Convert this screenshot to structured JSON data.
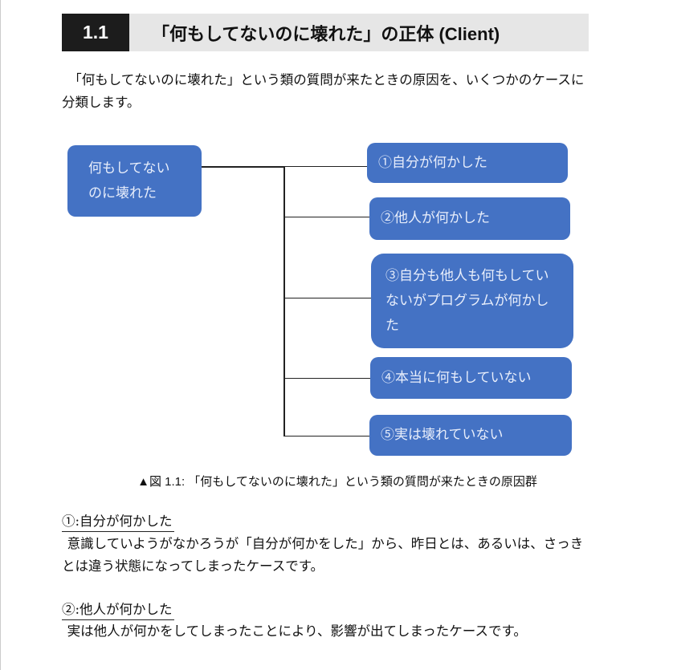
{
  "heading": {
    "number": "1.1",
    "title": "「何もしてないのに壊れた」の正体 (Client)"
  },
  "intro": "「何もしてないのに壊れた」という類の質問が来たときの原因を、いくつかのケースに分類します。",
  "diagram": {
    "root": "何もしてないのに壊れた",
    "branches": [
      "①自分が何かした",
      "②他人が何かした",
      "③自分も他人も何もしていないがプログラムが何かした",
      "④本当に何もしていない",
      "⑤実は壊れていない"
    ],
    "box_color": "#4472C4"
  },
  "caption": "▲図 1.1: 「何もしてないのに壊れた」という類の質問が来たときの原因群",
  "sections": [
    {
      "title": "①:自分が何かした",
      "body": "意識していようがなかろうが「自分が何かをした」から、昨日とは、あるいは、さっきとは違う状態になってしまったケースです。"
    },
    {
      "title": "②:他人が何かした",
      "body": "実は他人が何かをしてしまったことにより、影響が出てしまったケースです。"
    }
  ]
}
